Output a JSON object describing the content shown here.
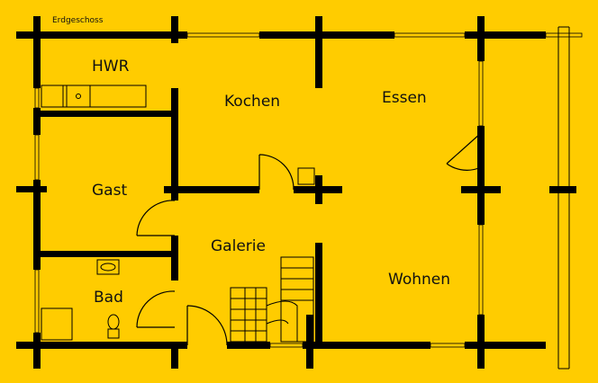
{
  "plan": {
    "title": "Erdgeschoss",
    "rooms": {
      "hwr": "HWR",
      "kochen": "Kochen",
      "essen": "Essen",
      "gast": "Gast",
      "galerie": "Galerie",
      "wohnen": "Wohnen",
      "bad": "Bad"
    }
  },
  "colors": {
    "background": "#FFCC00",
    "walls": "#000000"
  }
}
